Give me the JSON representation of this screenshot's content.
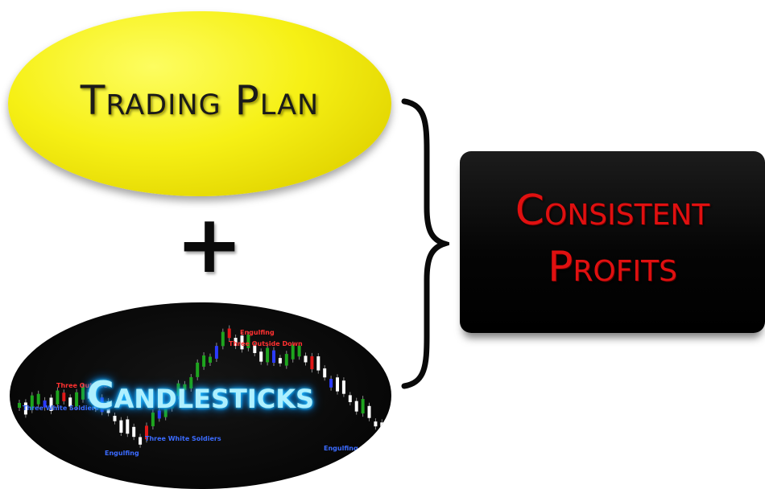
{
  "left_column": {
    "top_oval": {
      "label": "Trading Plan"
    },
    "operator": "+",
    "bottom_oval": {
      "label": "Candlesticks",
      "pattern_labels": [
        "Engulfing",
        "Three Outside Down",
        "Three Outside",
        "Three White Soldiers",
        "Engulfing",
        "Three White Soldiers",
        "Engulfing"
      ]
    }
  },
  "result_box": {
    "line1": "Consistent",
    "line2": "Profits"
  },
  "colors": {
    "yellow": "#f6f015",
    "result_text": "#e01010",
    "candles_glow": "#2ec8ff"
  }
}
